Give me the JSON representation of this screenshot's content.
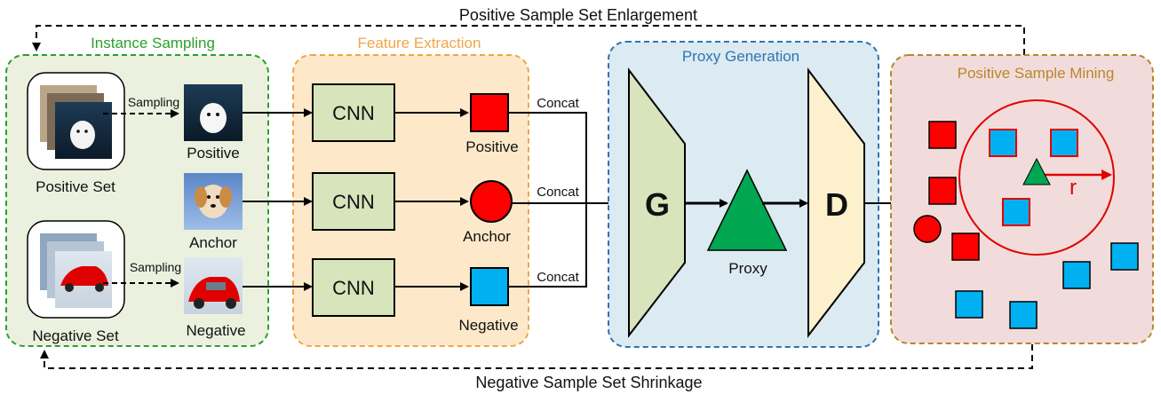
{
  "top_label": "Positive Sample Set Enlargement",
  "bottom_label": "Negative Sample Set Shrinkage",
  "panels": {
    "instance_sampling": {
      "title": "Instance Sampling",
      "positive_set": "Positive Set",
      "negative_set": "Negative Set",
      "sampling_top": "Sampling",
      "sampling_bottom": "Sampling",
      "positive": "Positive",
      "anchor": "Anchor",
      "negative": "Negative"
    },
    "feature_extraction": {
      "title": "Feature Extraction",
      "cnn_labels": [
        "CNN",
        "CNN",
        "CNN"
      ],
      "positive": "Positive",
      "anchor": "Anchor",
      "negative": "Negative"
    },
    "proxy_generation": {
      "title": "Proxy Generation",
      "generator": "G",
      "discriminator": "D",
      "proxy": "Proxy"
    },
    "positive_sample_mining": {
      "title": "Positive Sample Mining",
      "radius": "r"
    }
  },
  "concat_labels": [
    "Concat",
    "Concat",
    "Concat"
  ],
  "colors": {
    "instance_bg": "#ebf1de",
    "instance_border": "#2ca02c",
    "feature_bg": "#fde9c9",
    "feature_border": "#f0a64a",
    "proxy_bg": "#dceaf2",
    "proxy_border": "#2f74b5",
    "mining_bg": "#f2dcdb",
    "mining_border": "#b8862e",
    "red": "#ff0000",
    "blue": "#00b0f0",
    "green": "#00a651",
    "cnn_fill": "#d8e4bc"
  }
}
